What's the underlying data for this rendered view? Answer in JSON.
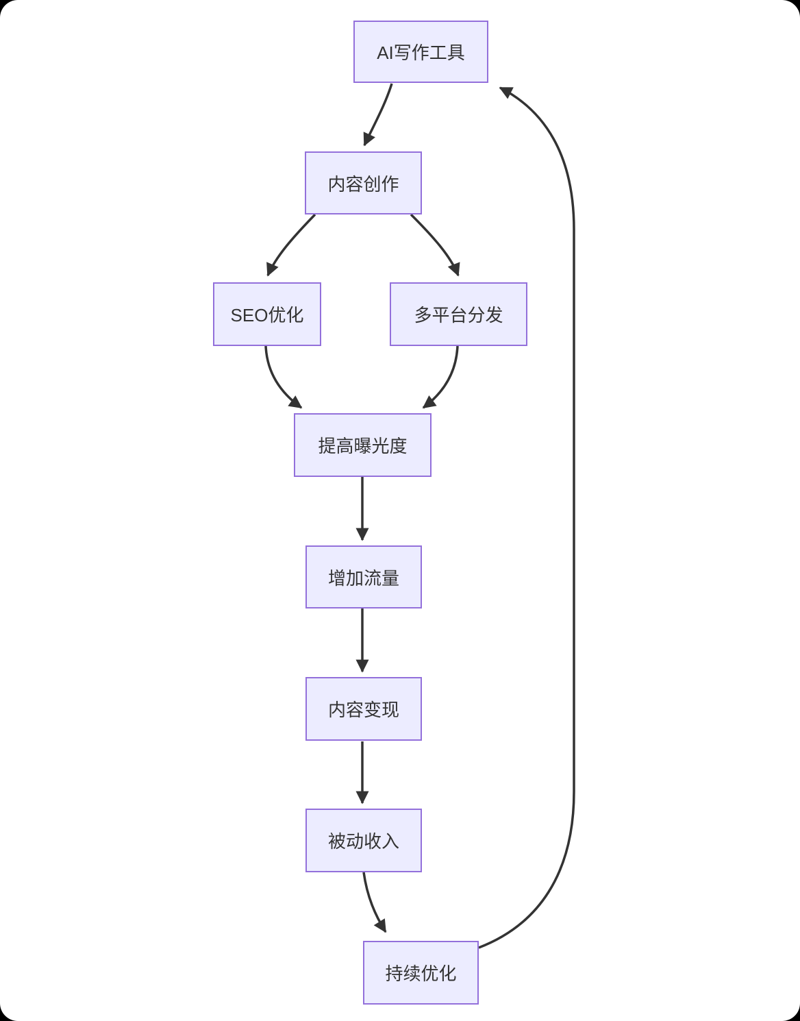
{
  "diagram": {
    "type": "flowchart",
    "direction": "top-down",
    "colors": {
      "node_fill": "#ECECFF",
      "node_border": "#9370DB",
      "edge": "#333333",
      "text": "#333333",
      "canvas": "#ffffff",
      "page_background": "#000000"
    },
    "nodes": [
      {
        "id": "ai-writing-tool",
        "label": "AI写作工具"
      },
      {
        "id": "content-creation",
        "label": "内容创作"
      },
      {
        "id": "seo-optimization",
        "label": "SEO优化"
      },
      {
        "id": "multi-platform-distribution",
        "label": "多平台分发"
      },
      {
        "id": "increase-exposure",
        "label": "提高曝光度"
      },
      {
        "id": "increase-traffic",
        "label": "增加流量"
      },
      {
        "id": "content-monetization",
        "label": "内容变现"
      },
      {
        "id": "passive-income",
        "label": "被动收入"
      },
      {
        "id": "continuous-optimization",
        "label": "持续优化"
      }
    ],
    "edges": [
      {
        "from": "AI写作工具",
        "to": "内容创作"
      },
      {
        "from": "内容创作",
        "to": "SEO优化"
      },
      {
        "from": "内容创作",
        "to": "多平台分发"
      },
      {
        "from": "SEO优化",
        "to": "提高曝光度"
      },
      {
        "from": "多平台分发",
        "to": "提高曝光度"
      },
      {
        "from": "提高曝光度",
        "to": "增加流量"
      },
      {
        "from": "增加流量",
        "to": "内容变现"
      },
      {
        "from": "内容变现",
        "to": "被动收入"
      },
      {
        "from": "被动收入",
        "to": "持续优化"
      },
      {
        "from": "持续优化",
        "to": "AI写作工具"
      }
    ]
  }
}
